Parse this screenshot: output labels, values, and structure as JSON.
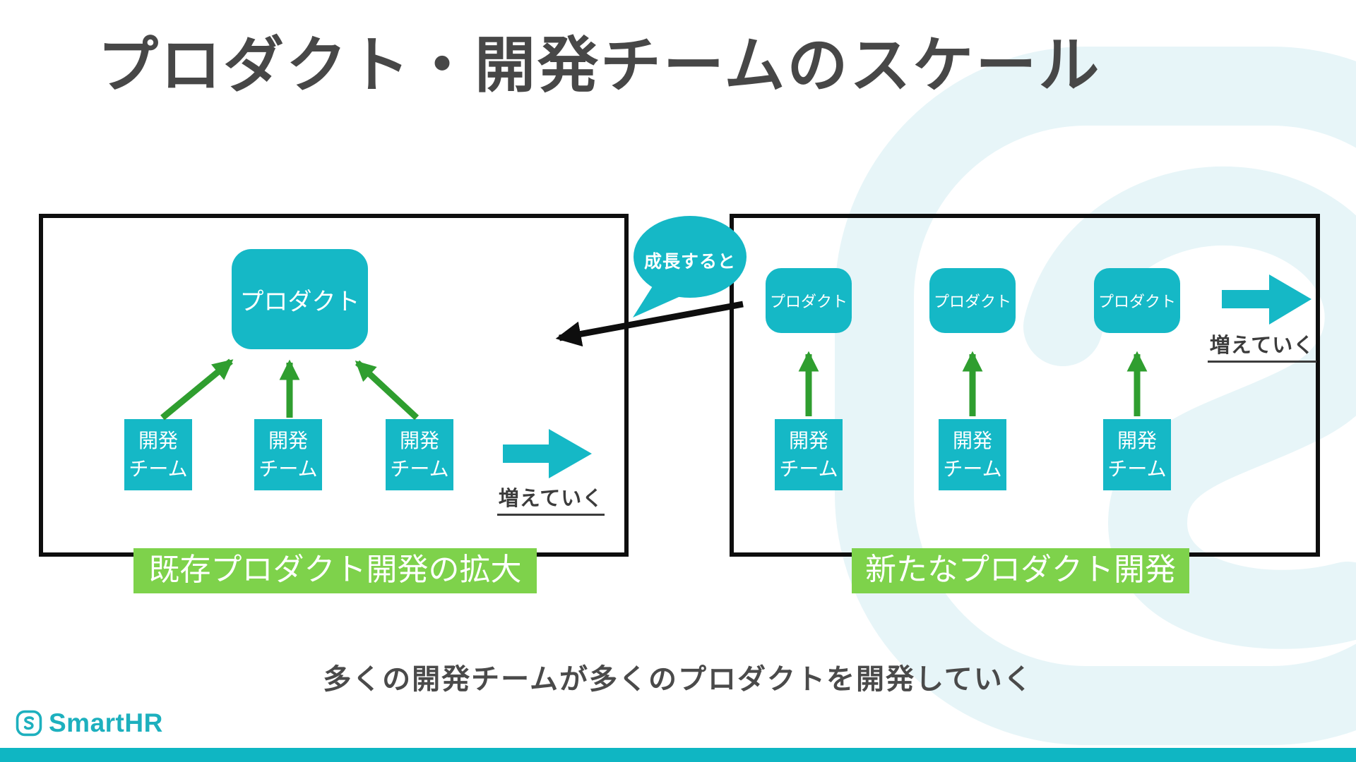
{
  "slide": {
    "title": "プロダクト・開発チームのスケール",
    "callout": "成長すると",
    "footer_message": "多くの開発チームが多くのプロダクトを開発していく",
    "brand_name": "SmartHR",
    "colors": {
      "teal": "#15b8c6",
      "arrow_green": "#2f9e2f",
      "label_green": "#7ed24b",
      "heading_gray": "#474747",
      "logo_teal": "#1db0be",
      "watermark_teal": "#e7f5f8",
      "outline_black": "#0e0e0e"
    }
  },
  "left_panel": {
    "caption": "既存プロダクト開発の拡大",
    "product": {
      "label": "プロダクト"
    },
    "teams": [
      {
        "line1": "開発",
        "line2": "チーム"
      },
      {
        "line1": "開発",
        "line2": "チーム"
      },
      {
        "line1": "開発",
        "line2": "チーム"
      }
    ],
    "increase_label": "増えていく"
  },
  "right_panel": {
    "caption": "新たなプロダクト開発",
    "products": [
      {
        "label": "プロダクト"
      },
      {
        "label": "プロダクト"
      },
      {
        "label": "プロダクト"
      }
    ],
    "teams": [
      {
        "line1": "開発",
        "line2": "チーム"
      },
      {
        "line1": "開発",
        "line2": "チーム"
      },
      {
        "line1": "開発",
        "line2": "チーム"
      }
    ],
    "increase_label": "増えていく"
  }
}
